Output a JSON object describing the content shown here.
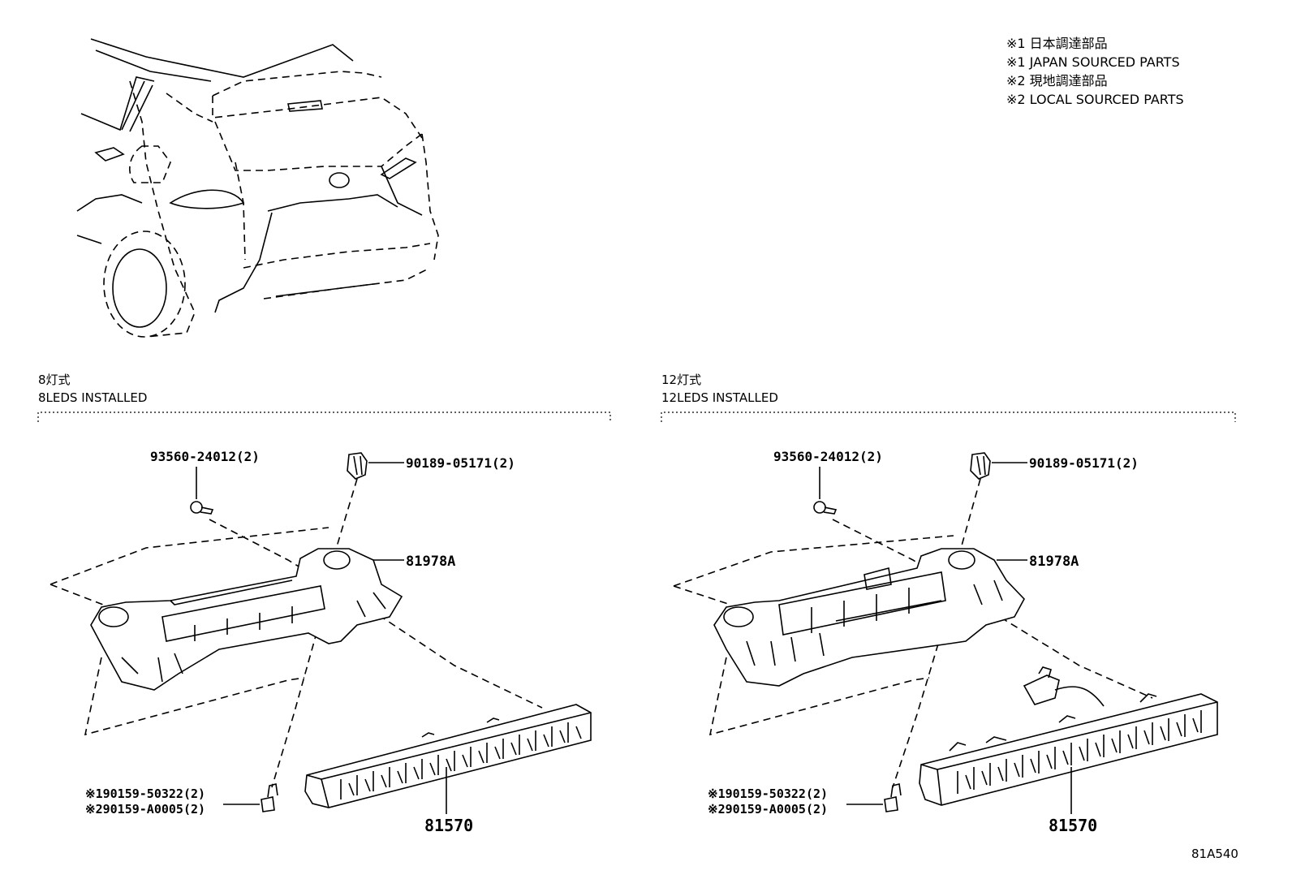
{
  "legend": [
    {
      "text": "※1 日本調達部品"
    },
    {
      "text": "※1 JAPAN SOURCED PARTS"
    },
    {
      "text": "※2 現地調達部品"
    },
    {
      "text": "※2 LOCAL SOURCED PARTS"
    }
  ],
  "left_group": {
    "title_jp": "8灯式",
    "title_en": "8LEDS INSTALLED",
    "parts": {
      "screw": "93560-24012(2)",
      "clip": "90189-05171(2)",
      "bracket": "81978A",
      "bolt_1": "※190159-50322(2)",
      "bolt_2": "※290159-A0005(2)",
      "lamp": "81570"
    }
  },
  "right_group": {
    "title_jp": "12灯式",
    "title_en": "12LEDS INSTALLED",
    "parts": {
      "screw": "93560-24012(2)",
      "clip": "90189-05171(2)",
      "bracket": "81978A",
      "bolt_1": "※190159-50322(2)",
      "bolt_2": "※290159-A0005(2)",
      "lamp": "81570"
    }
  },
  "diagram_code": "81A540"
}
